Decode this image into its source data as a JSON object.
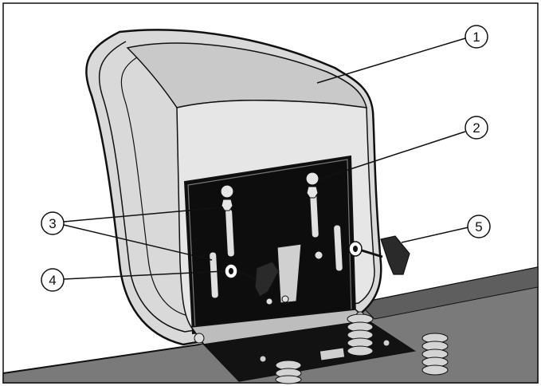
{
  "figure": {
    "callouts": [
      {
        "id": "1",
        "label": "1"
      },
      {
        "id": "2",
        "label": "2"
      },
      {
        "id": "3",
        "label": "3"
      },
      {
        "id": "4",
        "label": "4"
      },
      {
        "id": "5",
        "label": "5"
      }
    ],
    "colors": {
      "outline": "#111111",
      "seat": "#dcdcdc",
      "seat_shade": "#c4c4c4",
      "plate": "#0d0d0d",
      "floor": "#6c6c6c",
      "metal": "#cfcfcf"
    }
  }
}
